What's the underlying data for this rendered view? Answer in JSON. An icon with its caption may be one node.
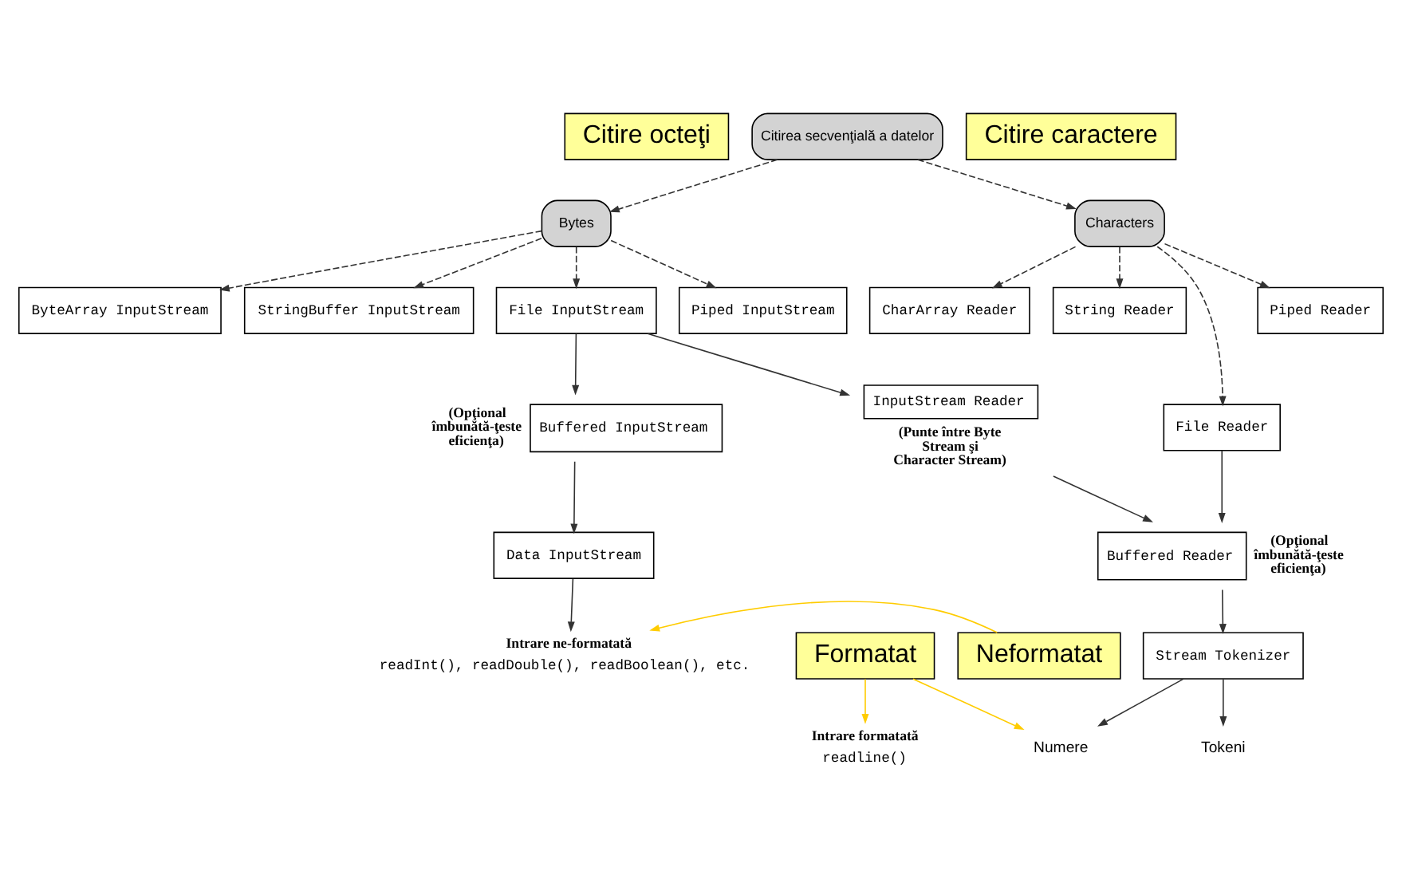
{
  "diagram": {
    "nodes": [
      {
        "text": [
          "Citirea secvenţială a datelor"
        ]
      },
      {
        "text": [
          "Bytes"
        ]
      },
      {
        "text": [
          "Characters"
        ]
      },
      {
        "text": [
          "ByteArray InputStream"
        ]
      },
      {
        "text": [
          "StringBuffer InputStream"
        ]
      },
      {
        "text": [
          "File InputStream"
        ]
      },
      {
        "text": [
          "Piped InputStream"
        ]
      },
      {
        "text": [
          "CharArray Reader"
        ]
      },
      {
        "text": [
          "String Reader"
        ]
      },
      {
        "text": [
          "File Reader"
        ]
      },
      {
        "text": [
          "Piped Reader"
        ]
      },
      {
        "text": [
          "InputStream Reader"
        ],
        "beside": [
          "(Punte între Byte Stream şi Character Stream)"
        ]
      },
      {
        "text": [
          "Buffered InputStream"
        ],
        "beside": [
          "(Opţional îmbunătă-ţeste eficienţa)"
        ]
      },
      {
        "text": [
          "Buffered Reader"
        ],
        "beside": [
          "(Opţional îmbunătă-ţeste eficienţa)"
        ]
      },
      {
        "text": [
          "Data InputStream"
        ]
      },
      {
        "text": [
          "Stream Tokenizer"
        ]
      },
      {
        "text": [
          "Numere"
        ]
      },
      {
        "text": [
          "Tokeni"
        ]
      },
      {
        "text": [
          "Intrare ne-formatată",
          "readInt(), readDouble(), readBoolean(), etc."
        ]
      },
      {
        "text": [
          "Neformatat"
        ]
      },
      {
        "text": [
          "Formatat"
        ]
      },
      {
        "text": [
          "Intrare formatată",
          "readline()"
        ]
      },
      {
        "text": [
          "Citire octeţi"
        ]
      },
      {
        "text": [
          "Citire caractere"
        ]
      }
    ],
    "edges": [
      {
        "from": 0,
        "to": 1,
        "arrow": "to",
        "style": "dashed"
      },
      {
        "from": 0,
        "to": 2,
        "arrow": "to",
        "style": "dashed"
      },
      {
        "from": 1,
        "to": 3,
        "arrow": "to",
        "style": "dashed"
      },
      {
        "from": 1,
        "to": 4,
        "arrow": "to",
        "style": "dashed"
      },
      {
        "from": 1,
        "to": 5,
        "arrow": "to",
        "style": "dashed"
      },
      {
        "from": 1,
        "to": 6,
        "arrow": "to",
        "style": "dashed"
      },
      {
        "from": 2,
        "to": 7,
        "arrow": "to",
        "style": "dashed"
      },
      {
        "from": 2,
        "to": 8,
        "arrow": "to",
        "style": "dashed"
      },
      {
        "from": 2,
        "to": 9,
        "arrow": "to",
        "style": "dashed"
      },
      {
        "from": 2,
        "to": 10,
        "arrow": "to",
        "style": "dashed"
      },
      {
        "from": 5,
        "to": 12,
        "arrow": "to"
      },
      {
        "from": 5,
        "to": 11,
        "arrow": "to"
      },
      {
        "from": 11,
        "to": 13,
        "arrow": "to"
      },
      {
        "from": 9,
        "to": 13,
        "arrow": "to"
      },
      {
        "from": 12,
        "to": 14,
        "arrow": "to"
      },
      {
        "from": 13,
        "to": 15,
        "arrow": "to"
      },
      {
        "from": 15,
        "to": 16,
        "arrow": "to"
      },
      {
        "from": 15,
        "to": 17,
        "arrow": "to"
      },
      {
        "from": 14,
        "to": 18,
        "arrow": "to"
      },
      {
        "from": 19,
        "to": 18,
        "arrow": "to",
        "color": "#ffcc00"
      },
      {
        "from": 20,
        "to": 16,
        "arrow": "to",
        "color": "#ffcc00"
      },
      {
        "from": 20,
        "to": 21,
        "arrow": "to",
        "color": "#ffcc00"
      }
    ]
  }
}
